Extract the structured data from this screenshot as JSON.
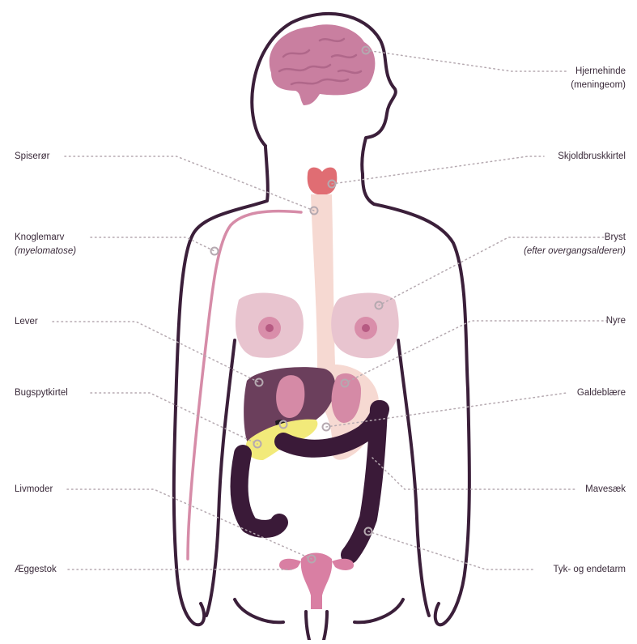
{
  "labels_left": [
    {
      "key": "spiseroer",
      "text": "Spiserør",
      "sub": ""
    },
    {
      "key": "knoglemarv",
      "text": "Knoglemarv",
      "sub": "(myelomatose)"
    },
    {
      "key": "lever",
      "text": "Lever",
      "sub": ""
    },
    {
      "key": "bugspytkirtel",
      "text": "Bugspytkirtel",
      "sub": ""
    },
    {
      "key": "livmoder",
      "text": "Livmoder",
      "sub": ""
    },
    {
      "key": "aeggestok",
      "text": "Æggestok",
      "sub": ""
    }
  ],
  "labels_right": [
    {
      "key": "hjernehinde",
      "text": "Hjernehinde",
      "sub": "(meningeom)"
    },
    {
      "key": "skjoldbruskkirtel",
      "text": "Skjoldbruskkirtel",
      "sub": ""
    },
    {
      "key": "bryst",
      "text": "Bryst",
      "sub": "(efter overgangsalderen)"
    },
    {
      "key": "nyre",
      "text": "Nyre",
      "sub": ""
    },
    {
      "key": "galdeblaere",
      "text": "Galdeblære",
      "sub": ""
    },
    {
      "key": "mavesaek",
      "text": "Mavesæk",
      "sub": ""
    },
    {
      "key": "tyktarm",
      "text": "Tyk- og endetarm",
      "sub": ""
    }
  ],
  "colors": {
    "outline": "#3b1f3a",
    "brain": "#c97fa0",
    "thyroid": "#e06d73",
    "esophagus": "#f6d9d2",
    "breast": "#e8c4cf",
    "liver": "#6b3f5c",
    "kidney": "#d58aa6",
    "pancreas": "#f2ea7a",
    "intestine": "#3a1a38",
    "uterus": "#d97fa3",
    "bone_line": "#d68ca8",
    "dots": "#b5a9b0"
  }
}
